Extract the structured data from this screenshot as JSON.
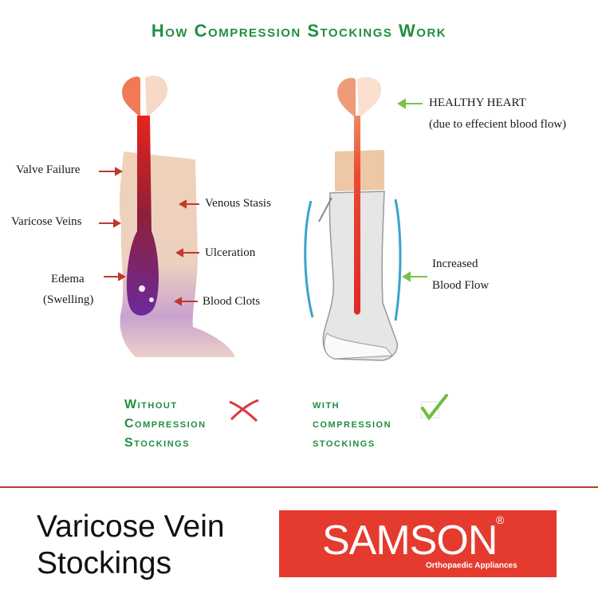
{
  "title": "How Compression Stockings Work",
  "left_leg": {
    "labels": {
      "valve_failure": "Valve Failure",
      "varicose_veins": "Varicose Veins",
      "edema": "Edema",
      "swelling": "(Swelling)",
      "venous_stasis": "Venous Stasis",
      "ulceration": "Ulceration",
      "blood_clots": "Blood Clots"
    },
    "caption": [
      "Without",
      "Compression",
      "Stockings"
    ],
    "mark": "cross-icon",
    "colors": {
      "arrow": "#c0392b",
      "vein_top": "#e8231c",
      "vein_bottom": "#6a2a9c",
      "skin": "#f0d2b8"
    }
  },
  "right_leg": {
    "labels": {
      "healthy_heart": "HEALTHY HEART",
      "healthy_heart_note": "(due to effecient blood flow)",
      "increased": "Increased",
      "blood_flow": "Blood Flow"
    },
    "caption": [
      "with",
      "compression",
      "stockings"
    ],
    "mark": "check-icon",
    "colors": {
      "arrow": "#7cc24a",
      "vein": "#e23028",
      "stocking": "#e6e6e6",
      "compression_lines": "#3aa3cc"
    }
  },
  "footer": {
    "product_line1": "Varicose Vein",
    "product_line2": "Stockings",
    "brand": "SAMSON",
    "registered": "®",
    "tagline": "Orthopaedic Appliances",
    "brand_color": "#e53a2e"
  },
  "colors": {
    "title_green": "#1f8f3f",
    "divider": "#c0392b"
  }
}
